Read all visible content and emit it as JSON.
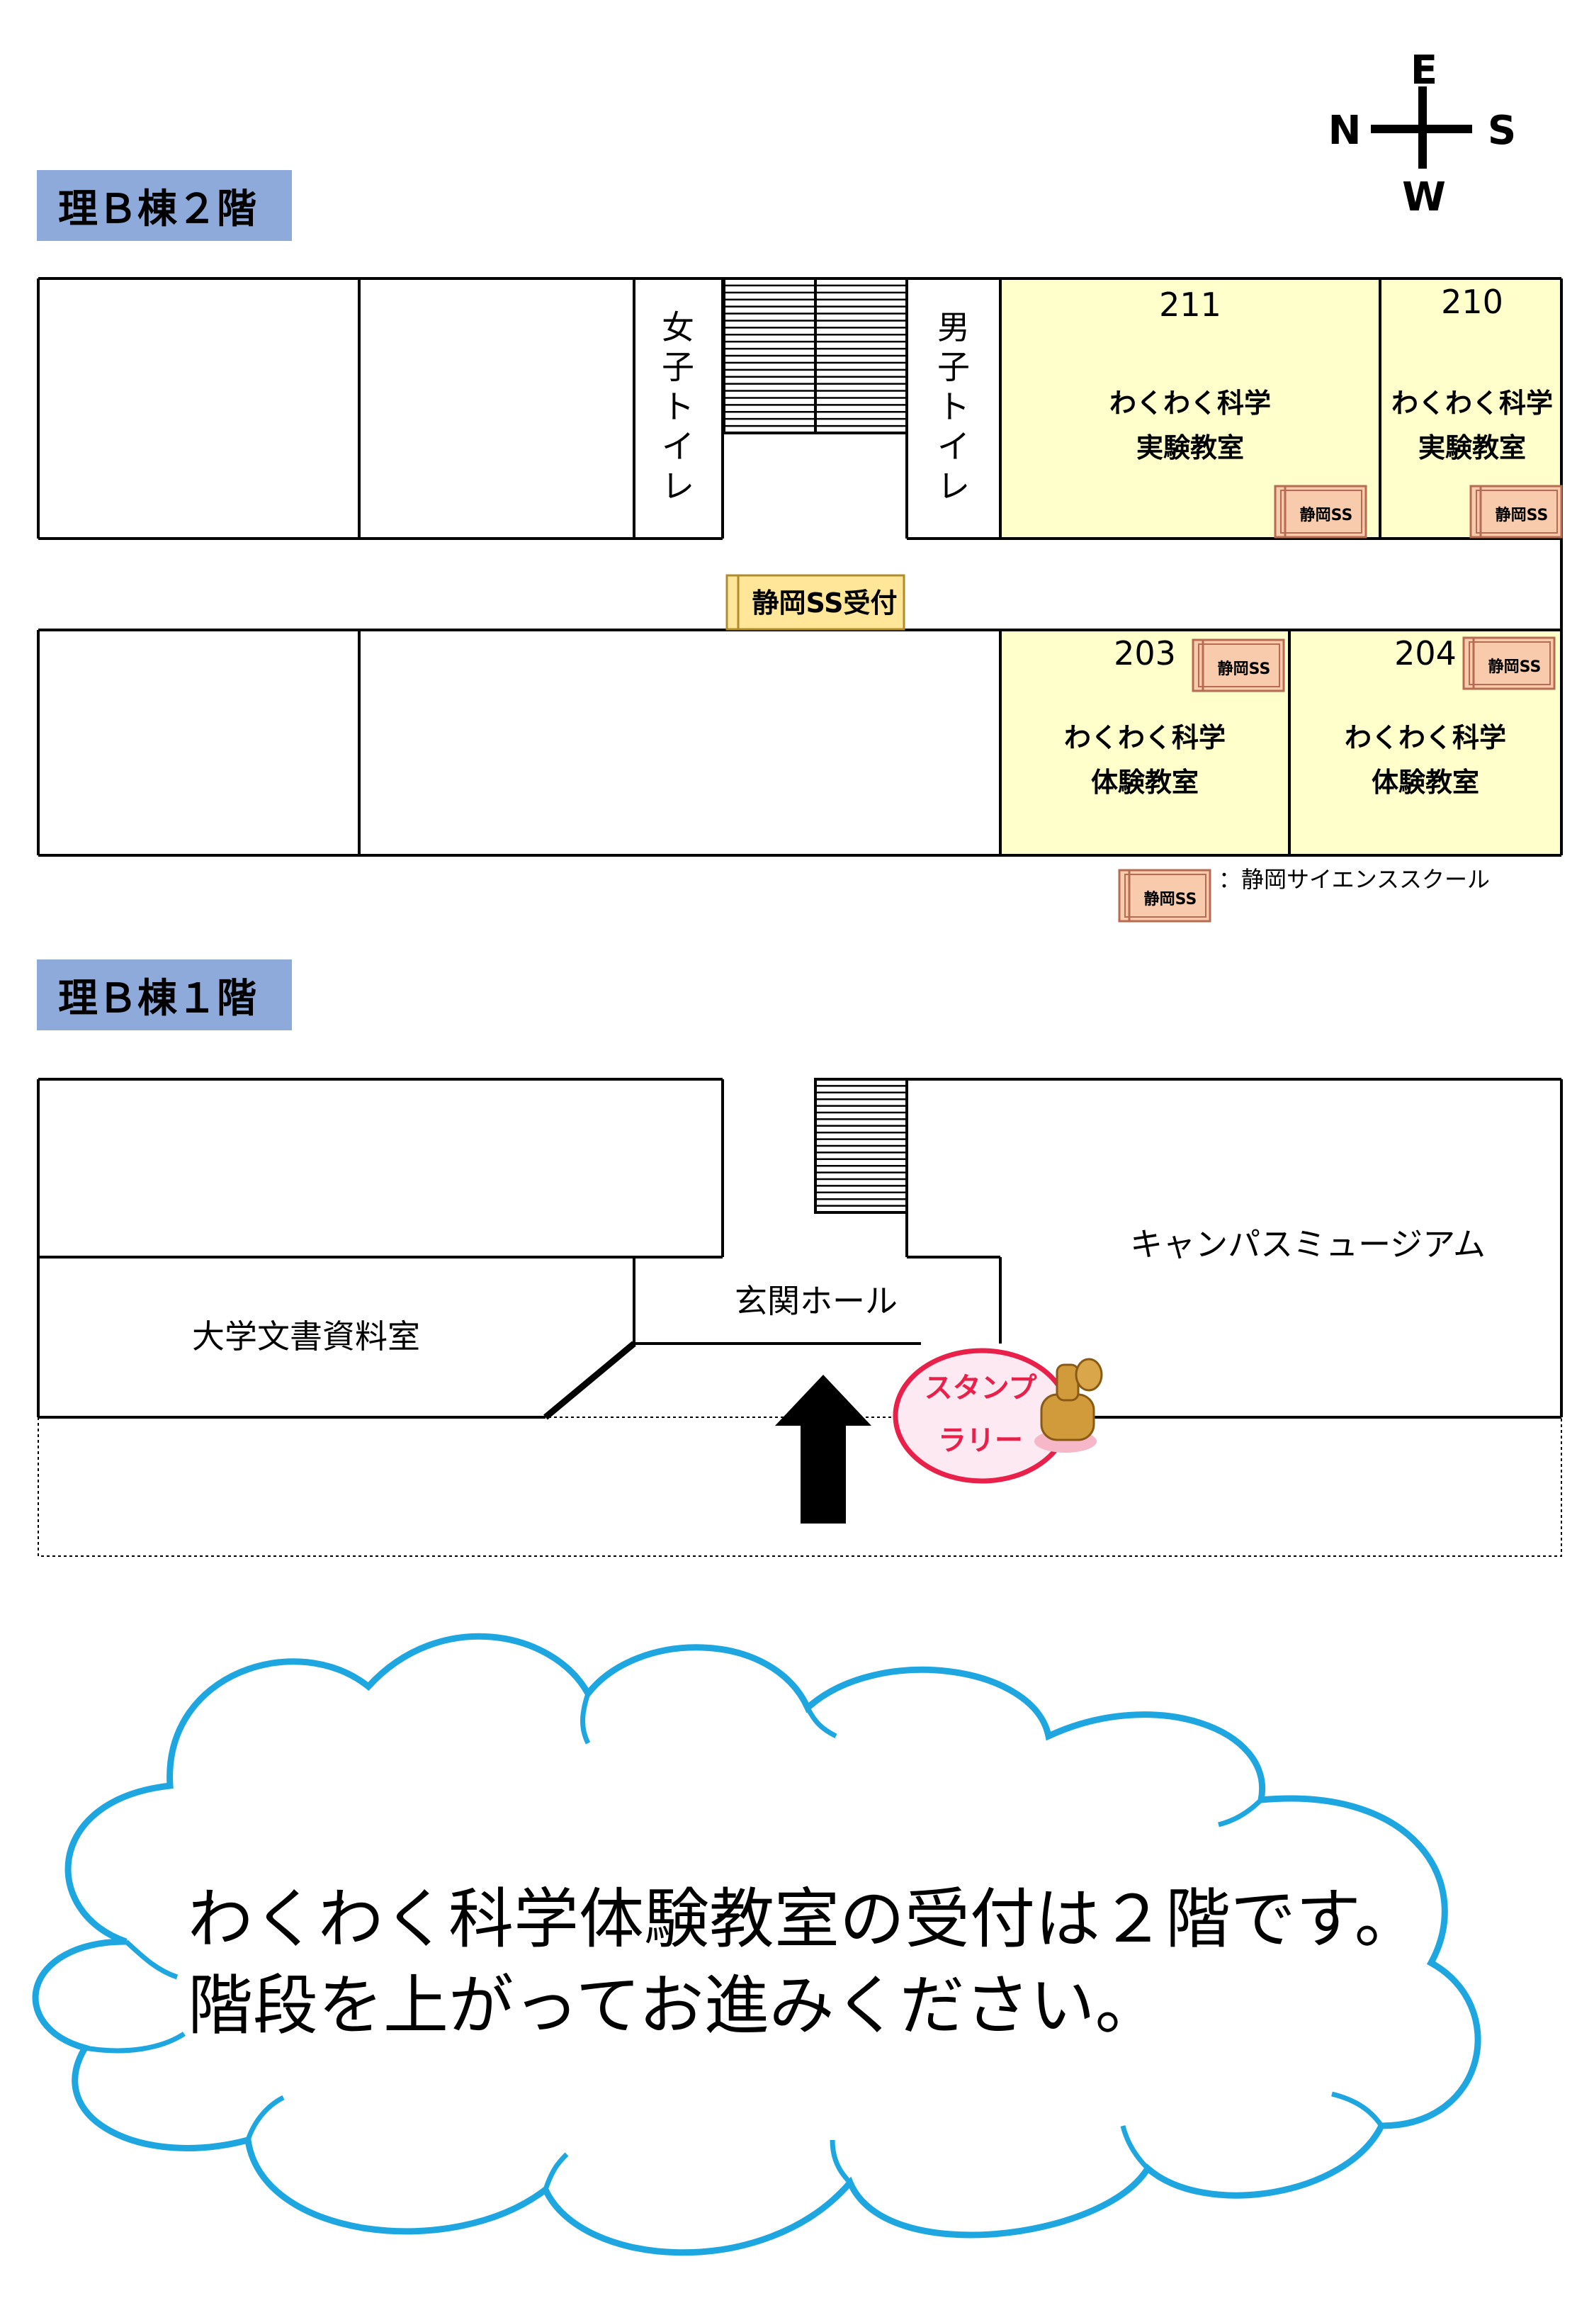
{
  "compass": {
    "north": "N",
    "east": "E",
    "south": "S",
    "west": "W"
  },
  "floor2": {
    "title": "理Ｂ棟２階",
    "womens_toilet": "女子トイレ",
    "mens_toilet": "男子トイレ",
    "reception_label": "静岡SS受付",
    "rooms": {
      "r211": {
        "number": "211",
        "line1": "わくわく科学",
        "line2": "実験教室"
      },
      "r210": {
        "number": "210",
        "line1": "わくわく科学",
        "line2": "実験教室"
      },
      "r203": {
        "number": "203",
        "line1": "わくわく科学",
        "line2": "体験教室"
      },
      "r204": {
        "number": "204",
        "line1": "わくわく科学",
        "line2": "体験教室"
      }
    },
    "ss_marker_label": "静岡SS",
    "legend_text": "：静岡サイエンススクール"
  },
  "floor1": {
    "title": "理Ｂ棟１階",
    "archives_room": "大学文書資料室",
    "entrance_hall": "玄関ホール",
    "campus_museum": "キャンパスミュージアム",
    "stamp_line1": "スタンプ",
    "stamp_line2": "ラリー"
  },
  "notice": {
    "line1": "わくわく科学体験教室の受付は２階です。",
    "line2": "階段を上がってお進みください。"
  },
  "colors": {
    "title_bg": "#8eaadb",
    "event_room": "#ffffcc",
    "ss_marker": "#f8cbad",
    "ss_marker_border": "#b76b52",
    "reception_marker": "#ffe699",
    "stamp_stroke": "#e8204a",
    "stamp_fill": "#fde9f1",
    "cloud_stroke": "#1ea6e0"
  },
  "icons": {
    "compass": "compass-icon",
    "stamp": "rubber-stamp-icon",
    "arrow": "up-arrow-icon",
    "stairs": "stairs-icon"
  }
}
